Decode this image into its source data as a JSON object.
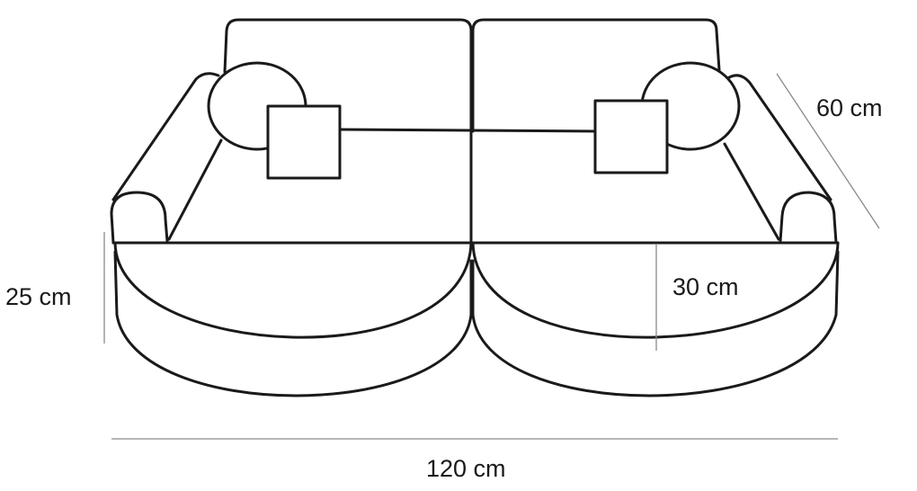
{
  "dimensions": {
    "width": "120 cm",
    "depth": "60 cm",
    "height": "25 cm",
    "seat_depth": "30 cm"
  }
}
